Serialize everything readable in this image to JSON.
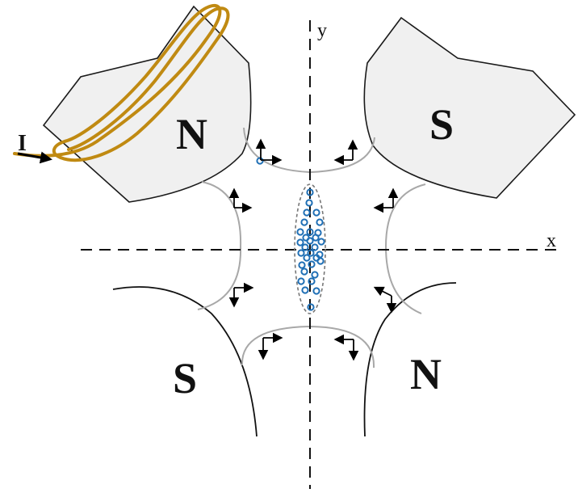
{
  "labels": {
    "axis_x": "x",
    "axis_y": "y",
    "current": "I"
  },
  "poles": {
    "top_left": "N",
    "top_right": "S",
    "bottom_left": "S",
    "bottom_right": "N"
  },
  "colors": {
    "pole_fill": "#f0f0f0",
    "pole_stroke": "#1a1a1a",
    "field_line": "#a8a8a8",
    "coil": "#c08a12",
    "particle": "#1f6fb5",
    "beam_outline": "#777777",
    "axis": "#111111"
  },
  "icons": [
    "force-arrow-icon",
    "coil-icon",
    "current-arrow-icon",
    "particle-icon"
  ]
}
